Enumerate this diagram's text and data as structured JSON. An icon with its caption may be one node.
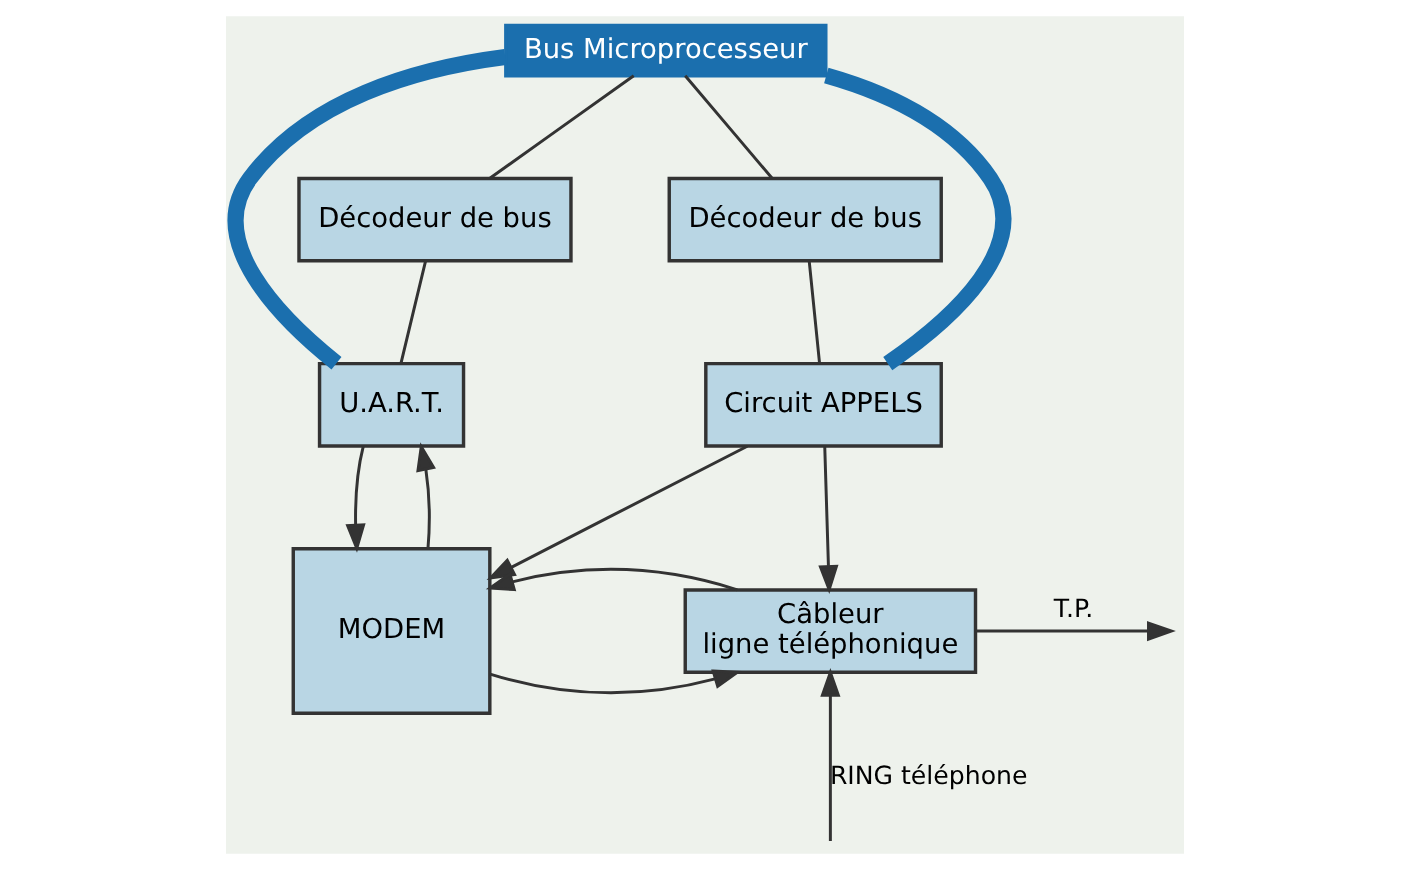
{
  "diagram": {
    "nodes": [
      {
        "text": [
          "Bus Microprocesseur"
        ]
      },
      {
        "text": [
          "Décodeur de bus"
        ]
      },
      {
        "text": [
          "Décodeur de bus"
        ]
      },
      {
        "text": [
          "U.A.R.T."
        ]
      },
      {
        "text": [
          "Circuit APPELS"
        ]
      },
      {
        "text": [
          "MODEM"
        ]
      },
      {
        "text": [
          "Câbleur",
          "ligne téléphonique"
        ]
      }
    ],
    "edges": [
      {
        "from": 0,
        "to": 1,
        "arrow": "none"
      },
      {
        "from": 0,
        "to": 3,
        "arrow": "none",
        "style": "thick",
        "color": "#1b6fae"
      },
      {
        "from": 0,
        "to": 4,
        "arrow": "none",
        "style": "thick",
        "color": "#1b6fae"
      },
      {
        "from": 0,
        "to": 2,
        "arrow": "none"
      },
      {
        "from": 1,
        "to": 3,
        "arrow": "none"
      },
      {
        "from": 2,
        "to": 4,
        "arrow": "none"
      },
      {
        "from": 5,
        "to": 3,
        "arrow": "to"
      },
      {
        "from": 3,
        "to": 5,
        "arrow": "to"
      },
      {
        "from": 4,
        "to": 5,
        "arrow": "to"
      },
      {
        "from": 4,
        "to": 6,
        "arrow": "to"
      },
      {
        "from": 5,
        "to": 6,
        "arrow": "to"
      },
      {
        "from": 6,
        "to": 5,
        "arrow": "to"
      },
      {
        "from": 6,
        "to": null,
        "arrow": "to",
        "label": "T.P."
      },
      {
        "from": null,
        "to": 6,
        "arrow": "to",
        "label": "RING téléphone"
      }
    ]
  }
}
